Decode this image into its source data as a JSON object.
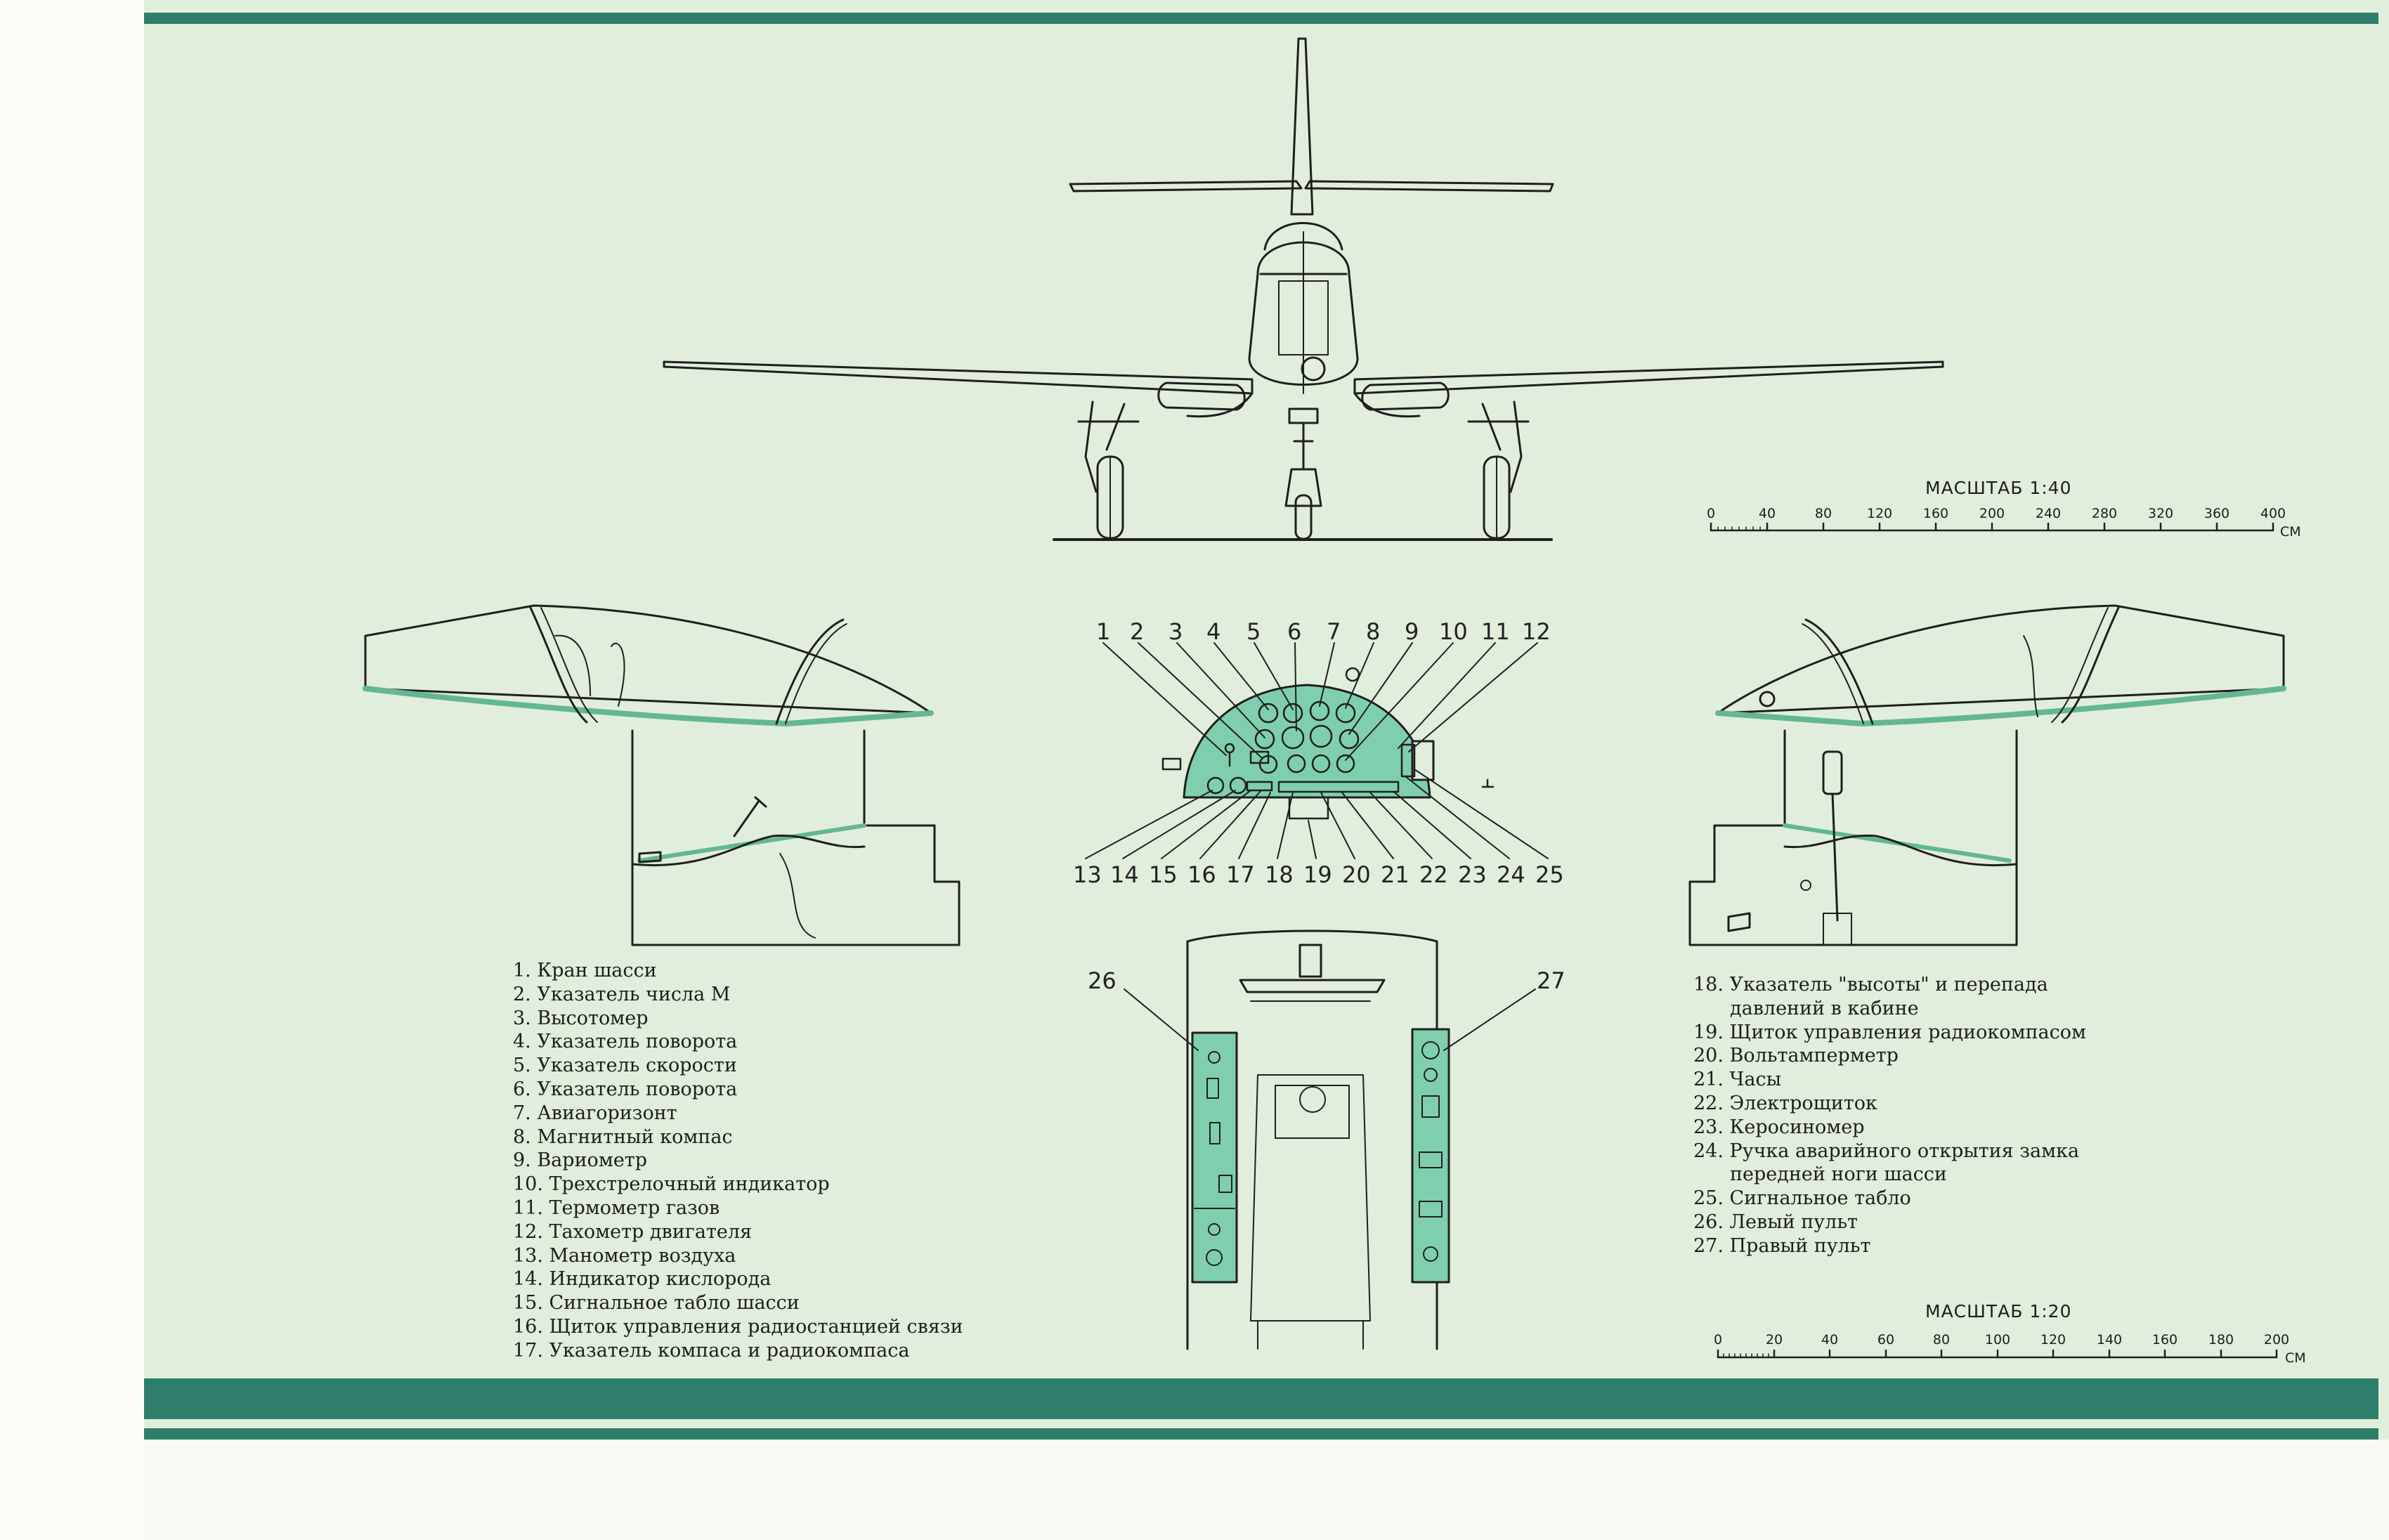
{
  "colors": {
    "paper": "#e0eedb",
    "band": "#2e7e6b",
    "panel_fill": "#7fcfae",
    "line": "#1f1f1f",
    "tint": "#63b792"
  },
  "legend_left": [
    "1. Кран шасси",
    "2. Указатель числа М",
    "3. Высотомер",
    "4. Указатель поворота",
    "5. Указатель скорости",
    "6. Указатель поворота",
    "7. Авиагоризонт",
    "8. Магнитный компас",
    "9. Вариометр",
    "10. Трехстрелочный индикатор",
    "11. Термометр газов",
    "12. Тахометр двигателя",
    "13. Манометр воздуха",
    "14. Индикатор кислорода",
    "15. Сигнальное табло шасси",
    "16. Щиток управления радиостанцией связи",
    "17. Указатель компаса и радиокомпаса"
  ],
  "legend_right": [
    "18. Указатель \"высоты\" и перепада",
    "давлений в кабине",
    "19. Щиток управления радиокомпасом",
    "20. Вольтамперметр",
    "21. Часы",
    "22. Электрощиток",
    "23. Керосиномер",
    "24. Ручка аварийного открытия замка",
    "передней ноги шасси",
    "25. Сигнальное табло",
    "26. Левый пульт",
    "27. Правый пульт"
  ],
  "scale_1_40": {
    "title": "МАСШТАБ 1:40",
    "ticks": [
      "0",
      "40",
      "80",
      "120",
      "160",
      "200",
      "240",
      "280",
      "320",
      "360",
      "400"
    ],
    "unit": "СМ"
  },
  "scale_1_20": {
    "title": "МАСШТАБ 1:20",
    "ticks": [
      "0",
      "20",
      "40",
      "60",
      "80",
      "100",
      "120",
      "140",
      "160",
      "180",
      "200"
    ],
    "unit": "СМ"
  },
  "callouts_top": [
    "1",
    "2",
    "3",
    "4",
    "5",
    "6",
    "7",
    "8",
    "9",
    "10",
    "11",
    "12"
  ],
  "callouts_bottom": [
    "13",
    "14",
    "15",
    "16",
    "17",
    "18",
    "19",
    "20",
    "21",
    "22",
    "23",
    "24",
    "25"
  ],
  "callout_left_console": "26",
  "callout_right_console": "27"
}
